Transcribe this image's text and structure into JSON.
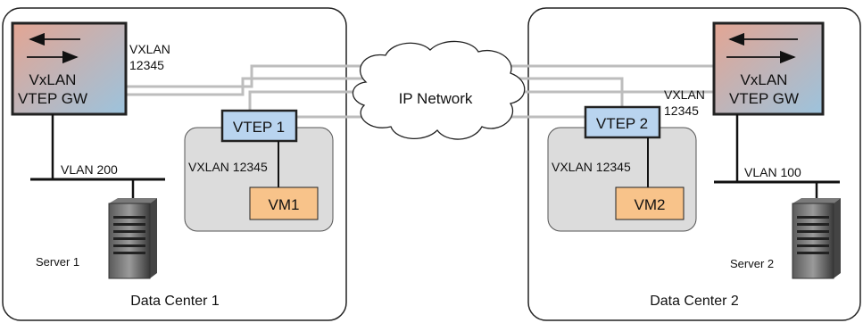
{
  "cloud_label": "IP Network",
  "dc1": {
    "label": "Data Center 1",
    "gw_line1": "VxLAN",
    "gw_line2": "VTEP GW",
    "vni_line1": "VXLAN",
    "vni_line2": "12345",
    "vlan": "VLAN 200",
    "server": "Server 1",
    "vtep": "VTEP 1",
    "vtep_vni": "VXLAN 12345",
    "vm": "VM1"
  },
  "dc2": {
    "label": "Data Center 2",
    "gw_line1": "VxLAN",
    "gw_line2": "VTEP GW",
    "vni_line1": "VXLAN",
    "vni_line2": "12345",
    "vlan": "VLAN 100",
    "server": "Server 2",
    "vtep": "VTEP 2",
    "vtep_vni": "VXLAN 12345",
    "vm": "VM2"
  },
  "colors": {
    "gw_gradient_left": "#e3a593",
    "gw_gradient_right": "#9cc3dd",
    "vtep_fill": "#b9d4ef",
    "vm_fill": "#f8c38a",
    "host_fill": "#dcdcdc",
    "tunnel": "#bdbdbd"
  }
}
